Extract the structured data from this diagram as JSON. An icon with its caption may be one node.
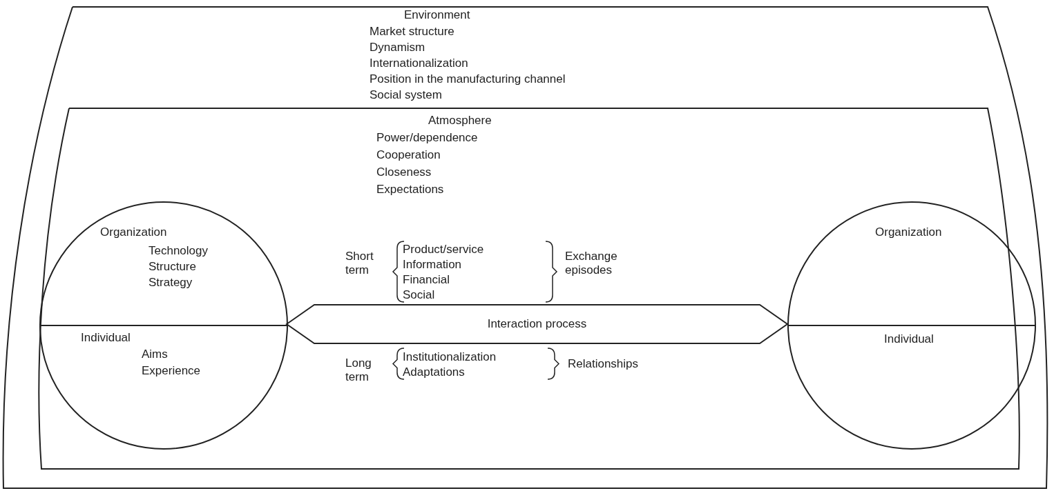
{
  "diagram": {
    "nodes": [
      {
        "text": [
          "Environment",
          "Market structure",
          "Dynamism",
          "Internationalization",
          "Position in the manufacturing channel",
          "Social system"
        ]
      },
      {
        "text": [
          "Atmosphere",
          "Power/dependence",
          "Cooperation",
          "Closeness",
          "Expectations"
        ],
        "in": 0
      },
      {
        "text": [
          "Organization",
          "Technology",
          "Structure",
          "Strategy",
          "Individual",
          "Aims",
          "Experience"
        ],
        "in": 1
      },
      {
        "text": [
          "Interaction process"
        ],
        "in": 1
      },
      {
        "text": [
          "Organization",
          "Individual"
        ],
        "in": 1
      }
    ],
    "edges": [],
    "labels": [
      "Short term",
      "Product/service",
      "Information",
      "Financial",
      "Social",
      "Exchange episodes",
      "Long term",
      "Institutionalization",
      "Adaptations",
      "Relationships"
    ]
  }
}
